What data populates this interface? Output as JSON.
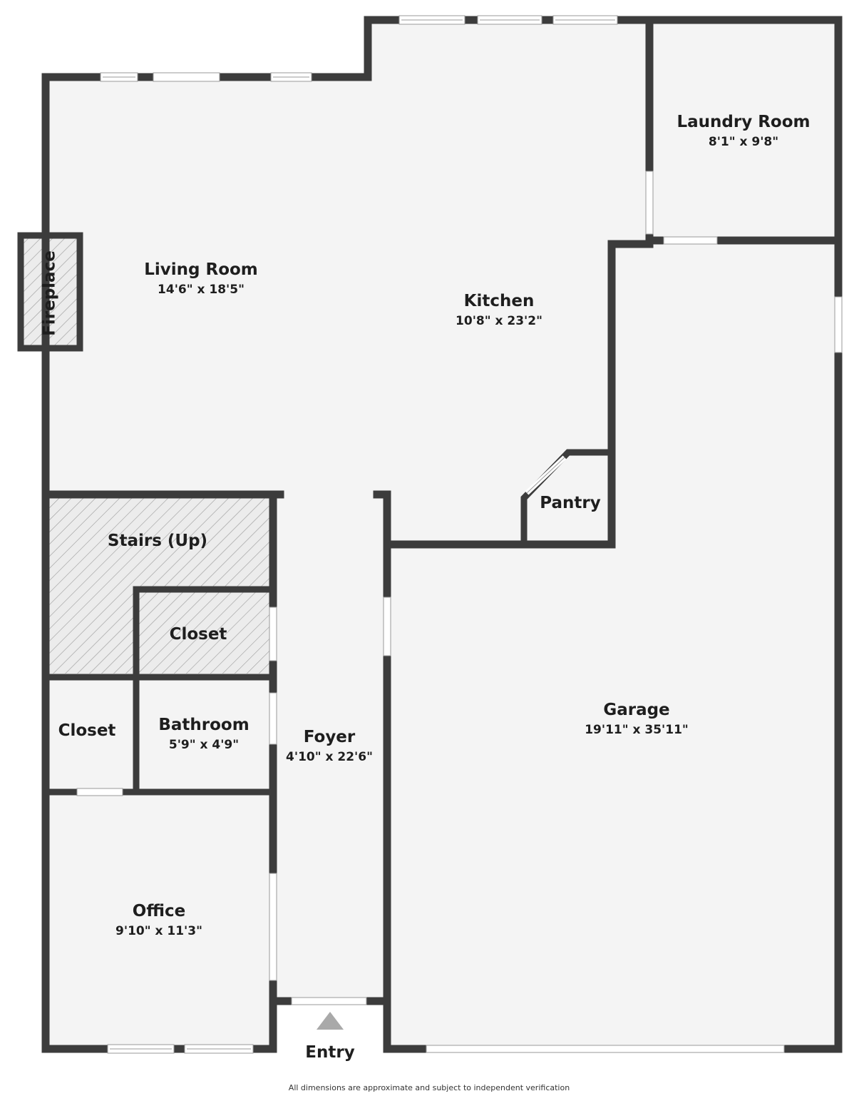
{
  "rooms": {
    "living_room": {
      "name": "Living Room",
      "dims": "14'6\" x 18'5\""
    },
    "kitchen": {
      "name": "Kitchen",
      "dims": "10'8\" x 23'2\""
    },
    "laundry_room": {
      "name": "Laundry Room",
      "dims": "8'1\" x 9'8\""
    },
    "fireplace": {
      "name": "Fireplace"
    },
    "pantry": {
      "name": "Pantry"
    },
    "stairs": {
      "name": "Stairs (Up)"
    },
    "closet_upper": {
      "name": "Closet"
    },
    "closet_lower": {
      "name": "Closet"
    },
    "bathroom": {
      "name": "Bathroom",
      "dims": "5'9\" x 4'9\""
    },
    "foyer": {
      "name": "Foyer",
      "dims": "4'10\" x 22'6\""
    },
    "garage": {
      "name": "Garage",
      "dims": "19'11\" x 35'11\""
    },
    "office": {
      "name": "Office",
      "dims": "9'10\" x 11'3\""
    }
  },
  "entry": {
    "label": "Entry"
  },
  "footnote": "All dimensions are approximate and subject to independent verification",
  "colors": {
    "wall": "#3c3c3c",
    "floor": "#f4f4f4",
    "entry_arrow": "#a9a9a9"
  }
}
